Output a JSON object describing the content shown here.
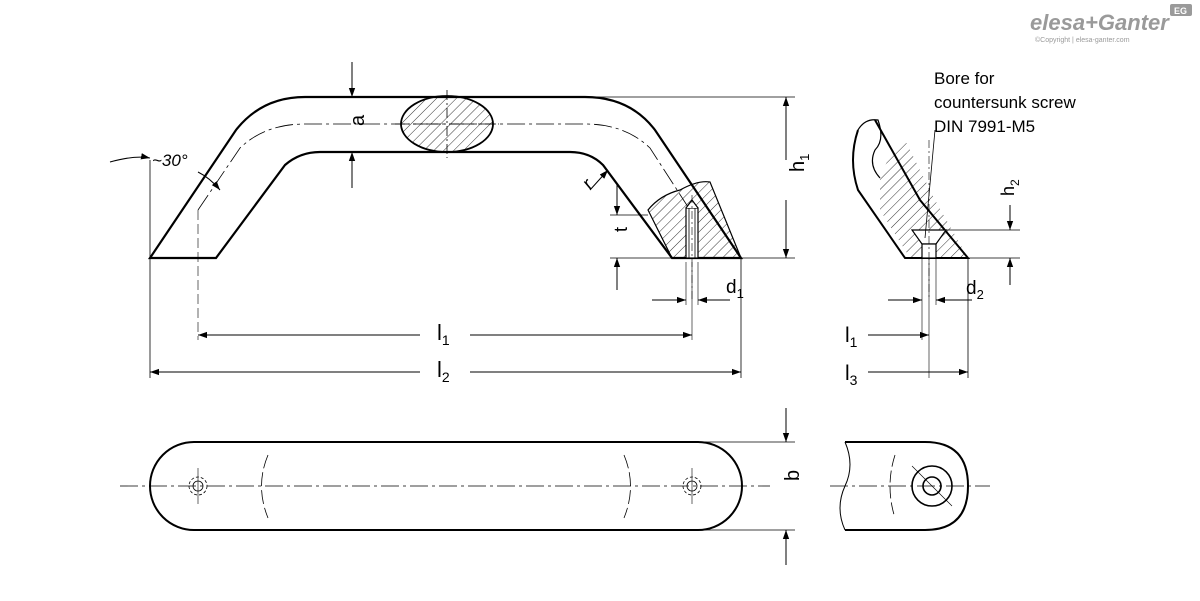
{
  "brand": {
    "name": "elesa+Ganter",
    "copyright": "©Copyright | elesa-ganter.com",
    "badge": "EG",
    "color": "#9a9a9a"
  },
  "labels": {
    "a": "a",
    "angle": "~30°",
    "r": "r",
    "t": "t",
    "h1": "h",
    "h1_sub": "1",
    "h2": "h",
    "h2_sub": "2",
    "d1": "d",
    "d1_sub": "1",
    "d2": "d",
    "d2_sub": "2",
    "l1": "l",
    "l1_sub": "1",
    "l2": "l",
    "l2_sub": "2",
    "l1_side": "l",
    "l1_side_sub": "1",
    "l3": "l",
    "l3_sub": "3",
    "b": "b"
  },
  "note": {
    "line1": "Bore for",
    "line2": "countersunk screw",
    "line3": "DIN 7991-M5"
  }
}
